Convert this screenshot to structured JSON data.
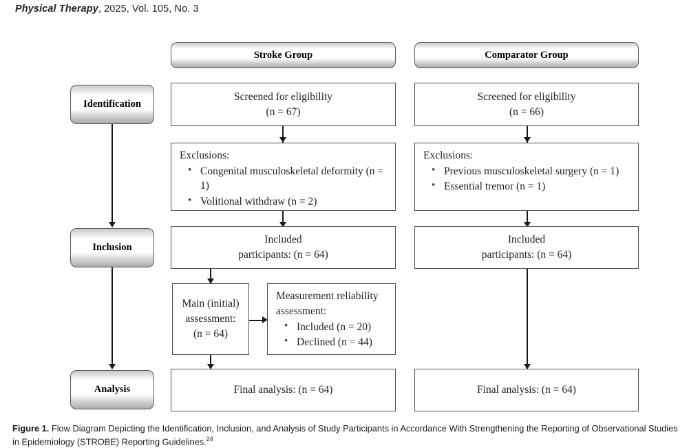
{
  "running_head": {
    "journal": "Physical Therapy",
    "rest": ", 2025, Vol. 105, No. 3"
  },
  "figure": {
    "columns": [
      {
        "id": "stroke",
        "header": "Stroke Group"
      },
      {
        "id": "comparator",
        "header": "Comparator Group"
      }
    ],
    "stages": [
      {
        "id": "identification",
        "label": "Identification"
      },
      {
        "id": "inclusion",
        "label": "Inclusion"
      },
      {
        "id": "analysis",
        "label": "Analysis"
      }
    ],
    "stroke": {
      "screened": {
        "line1": "Screened for eligibility",
        "line2": "(n = 67)"
      },
      "exclusions": {
        "title": "Exclusions:",
        "items": [
          "Congenital musculoskeletal deformity (n = 1)",
          "Volitional withdraw (n = 2)"
        ]
      },
      "included": {
        "line1": "Included",
        "line2": "participants: (n = 64)"
      },
      "main_assessment": {
        "line1": "Main (initial)",
        "line2": "assessment:",
        "line3": "(n = 64)"
      },
      "reliability": {
        "line1": "Measurement reliability",
        "line2": "assessment:",
        "items": [
          "Included (n = 20)",
          "Declined (n = 44)"
        ]
      },
      "final": "Final analysis: (n = 64)"
    },
    "comparator": {
      "screened": {
        "line1": "Screened for eligibility",
        "line2": "(n = 66)"
      },
      "exclusions": {
        "title": "Exclusions:",
        "items": [
          "Previous musculoskeletal surgery (n = 1)",
          "Essential tremor (n = 1)"
        ]
      },
      "included": {
        "line1": "Included",
        "line2": "participants: (n = 64)"
      },
      "final": "Final analysis: (n = 64)"
    }
  },
  "caption": {
    "label": "Figure 1.",
    "text": " Flow Diagram Depicting the Identification, Inclusion, and Analysis of Study Participants in Accordance With Strengthening the Reporting of Observational Studies in Epidemiology (STROBE) Reporting Guidelines.",
    "superscript": "24"
  },
  "colors": {
    "box_border": "#4d4d4d",
    "connector": "#1a1a1a",
    "chip_gradient_gray": "#b4b4b4",
    "text": "#231f20",
    "background": "#ffffff"
  }
}
